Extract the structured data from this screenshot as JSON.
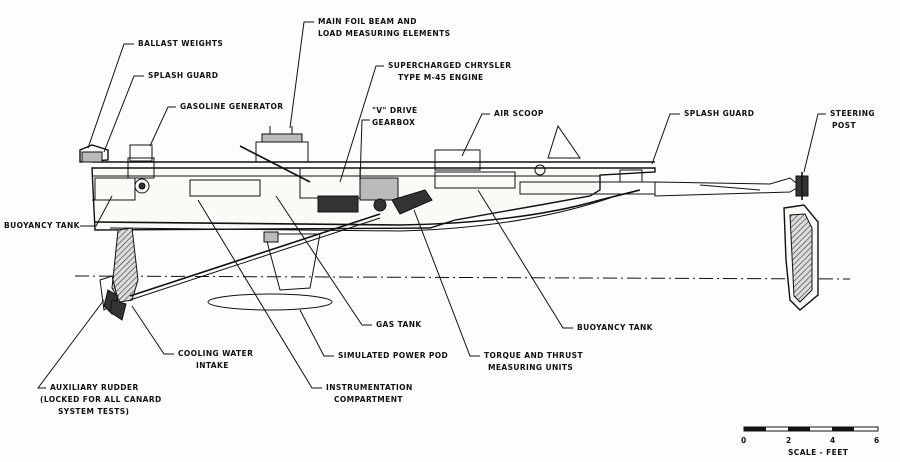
{
  "labels": {
    "main_foil_beam_1": "MAIN FOIL BEAM AND",
    "main_foil_beam_2": "LOAD MEASURING ELEMENTS",
    "ballast_weights": "BALLAST WEIGHTS",
    "splash_guard_left": "SPLASH GUARD",
    "gasoline_generator": "GASOLINE GENERATOR",
    "engine_1": "SUPERCHARGED CHRYSLER",
    "engine_2": "TYPE M-45 ENGINE",
    "v_drive_1": "\"V\" DRIVE",
    "v_drive_2": "GEARBOX",
    "air_scoop": "AIR SCOOP",
    "splash_guard_right": "SPLASH GUARD",
    "steering_post_1": "STEERING",
    "steering_post_2": "POST",
    "buoyancy_tank_left": "BUOYANCY TANK",
    "gas_tank": "GAS TANK",
    "buoyancy_tank_right": "BUOYANCY TANK",
    "cooling_water_1": "COOLING WATER",
    "cooling_water_2": "INTAKE",
    "simulated_power_pod": "SIMULATED POWER POD",
    "torque_thrust_1": "TORQUE AND THRUST",
    "torque_thrust_2": "MEASURING UNITS",
    "aux_rudder_1": "AUXILIARY RUDDER",
    "aux_rudder_2": "(LOCKED FOR ALL CANARD",
    "aux_rudder_3": "SYSTEM TESTS)",
    "instrumentation_1": "INSTRUMENTATION",
    "instrumentation_2": "COMPARTMENT"
  },
  "scale": {
    "ticks": [
      "0",
      "2",
      "4",
      "6"
    ],
    "label": "SCALE - FEET"
  }
}
